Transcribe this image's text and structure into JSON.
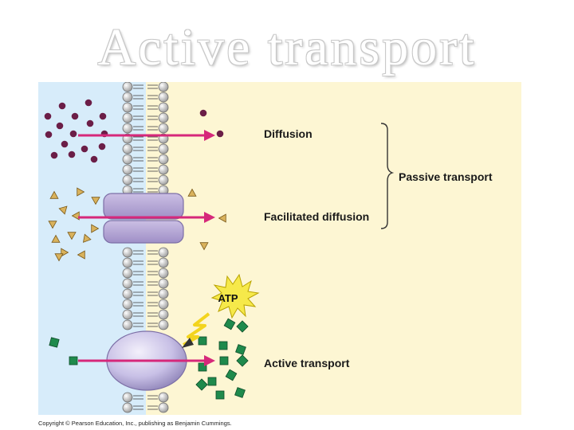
{
  "slide": {
    "title": "Active transport",
    "copyright": "Copyright © Pearson Education, Inc., publishing as Benjamin Cummings."
  },
  "diagram": {
    "labels": {
      "diffusion": "Diffusion",
      "facilitated": "Facilitated diffusion",
      "passive": "Passive transport",
      "active": "Active transport",
      "atp": "ATP"
    },
    "colors": {
      "outside_bg": "#d7ecfa",
      "inside_bg": "#fdf6d3",
      "arrow": "#d6287a",
      "dot": "#6b1e47",
      "triangle": "#d9b25c",
      "square": "#1f8a4c",
      "channel_protein": "#b7a7d4",
      "pump_protein": "#c8c0e6",
      "atp_burst": "#f6e94a"
    }
  }
}
